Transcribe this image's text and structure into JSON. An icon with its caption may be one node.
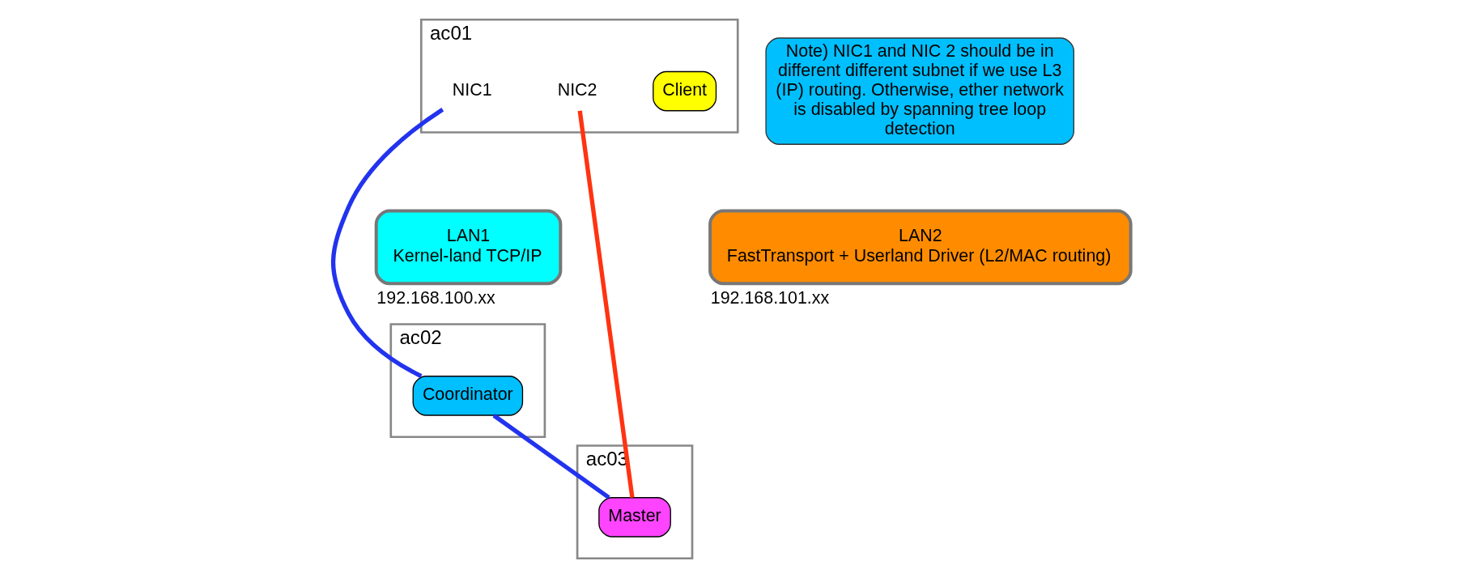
{
  "diagram": {
    "nodes": [
      {
        "text": [
          "ac01"
        ]
      },
      {
        "text": [
          "Client"
        ],
        "in": 0
      },
      {
        "text": [
          "NIC1"
        ],
        "in": 0
      },
      {
        "text": [
          "NIC2"
        ],
        "in": 0
      },
      {
        "text": [
          "LAN1",
          "Kernel-land TCP/IP"
        ],
        "beside": [
          "192.168.100.xx"
        ]
      },
      {
        "text": [
          "Note) NIC1 and NIC 2 should be in different different subnet if we use L3 (IP) routing. Otherwise, ether network is disabled by spanning tree loop detection"
        ]
      },
      {
        "text": [
          "LAN2",
          "FastTransport + Userland Driver (L2/MAC routing)"
        ],
        "beside": [
          "192.168.101.xx"
        ]
      },
      {
        "text": [
          "ac02"
        ]
      },
      {
        "text": [
          "Coordinator"
        ],
        "in": 7
      },
      {
        "text": [
          "ac03"
        ]
      },
      {
        "text": [
          "Master"
        ],
        "in": 9
      }
    ],
    "edges": [
      {
        "from": 2,
        "to": 8,
        "arrow": "none"
      },
      {
        "from": 8,
        "to": 10,
        "arrow": "none"
      },
      {
        "from": 3,
        "to": 10,
        "arrow": "none",
        "color": "#ff3311"
      }
    ]
  }
}
